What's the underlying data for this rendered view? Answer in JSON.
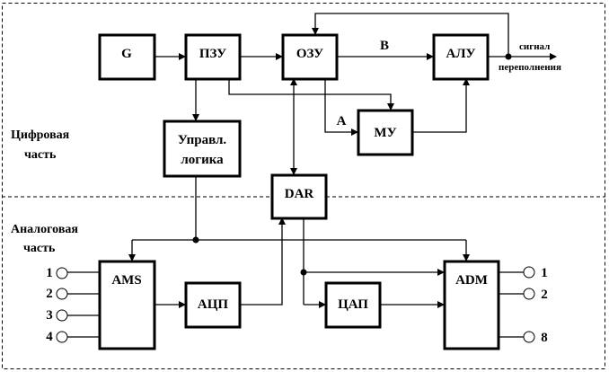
{
  "sections": {
    "digital_line1": "Цифровая",
    "digital_line2": "часть",
    "analog_line1": "Аналоговая",
    "analog_line2": "часть"
  },
  "blocks": {
    "g": "G",
    "pzu": "ПЗУ",
    "ozu": "ОЗУ",
    "alu": "АЛУ",
    "mu": "МУ",
    "control_line1": "Управл.",
    "control_line2": "логика",
    "dar": "DAR",
    "ams": "AMS",
    "adc": "АЦП",
    "dac": "ЦАП",
    "adm": "ADM"
  },
  "signals": {
    "b": "В",
    "a": "А",
    "overflow_line1": "сигнал",
    "overflow_line2": "переполнения"
  },
  "ams_inputs": [
    "1",
    "2",
    "3",
    "4"
  ],
  "adm_outputs": [
    "1",
    "2",
    "8"
  ]
}
